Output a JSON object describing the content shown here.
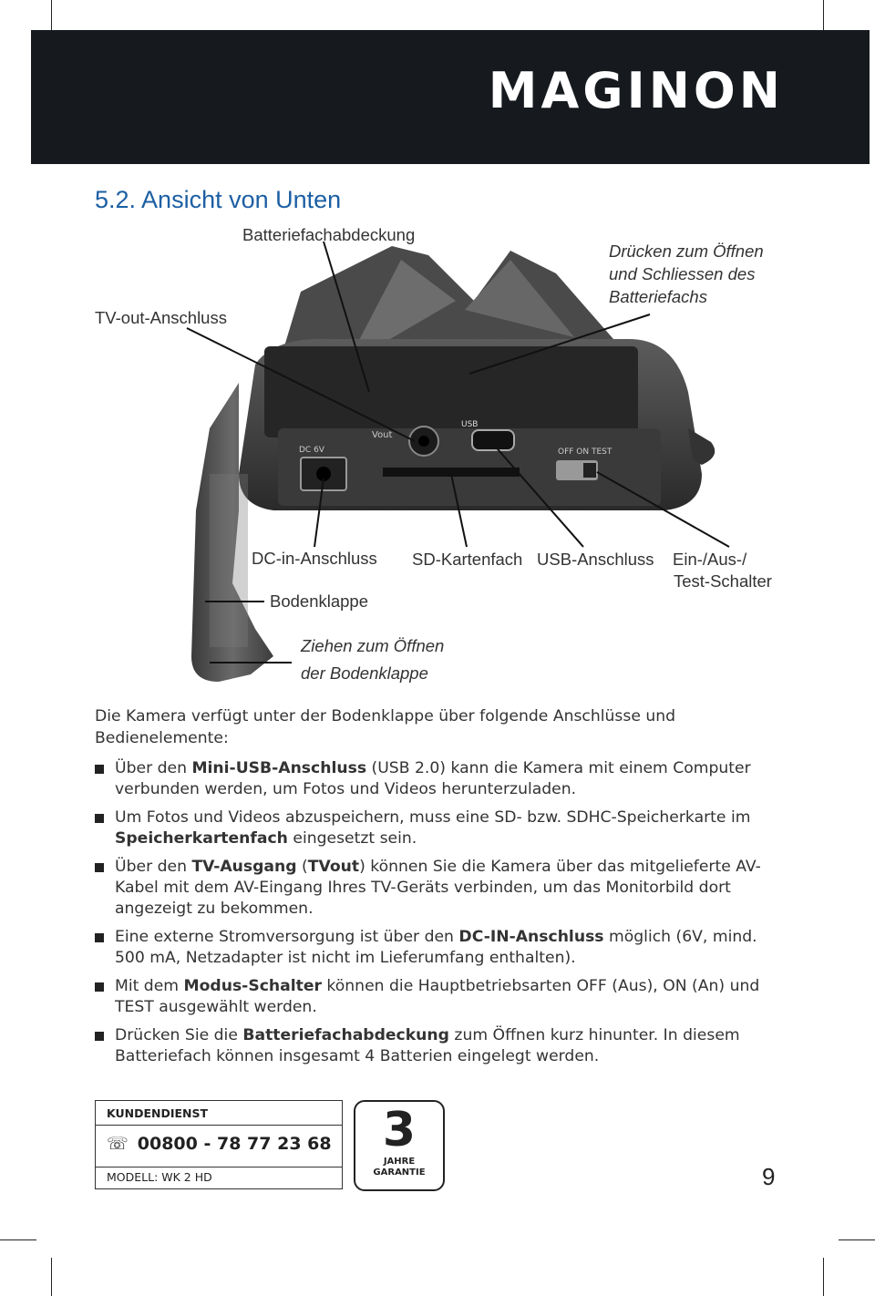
{
  "brand": {
    "name": "MAGINON"
  },
  "section_title": "5.2. Ansicht von Unten",
  "labels": {
    "battery_cover": "Batteriefachabdeckung",
    "press_open_1": "Drücken zum Öffnen",
    "press_open_2": "und Schliessen des",
    "press_open_3": "Batteriefachs",
    "tv_out": "TV-out-Anschluss",
    "dc_in": "DC-in-Anschluss",
    "sd_slot": "SD-Kartenfach",
    "usb": "USB-Anschluss",
    "switch_1": "Ein-/Aus-/",
    "switch_2": "Test-Schalter",
    "bottom_flap": "Bodenklappe",
    "pull_open_1": "Ziehen zum Öffnen",
    "pull_open_2": "der Bodenklappe"
  },
  "intro": "Die Kamera verfügt unter der Bodenklappe über folgende Anschlüsse und Bedienelemente:",
  "bullets": [
    {
      "pre": "Über den ",
      "bold": "Mini-USB-Anschluss",
      "post": " (USB 2.0) kann die Kamera mit einem Computer verbunden werden, um Fotos und Videos herunterzuladen."
    },
    {
      "pre": "Um Fotos und Videos abzuspeichern, muss eine SD- bzw. SDHC-Speicherkarte im ",
      "bold": "Speicherkartenfach",
      "post": " eingesetzt sein."
    },
    {
      "pre": "Über den ",
      "bold": "TV-Ausgang",
      "mid1": " (",
      "bold2": "TVout",
      "post": ") können Sie die Kamera über das mitgelieferte AV-Kabel mit dem AV-Eingang Ihres TV-Geräts verbinden, um das Monitorbild dort angezeigt zu bekommen."
    },
    {
      "pre": "Eine externe Stromversorgung ist über den ",
      "bold": "DC-IN-Anschluss",
      "post": " möglich (6V, mind. 500 mA, Netzadapter ist nicht im Lieferumfang enthalten)."
    },
    {
      "pre": "Mit dem ",
      "bold": "Modus-Schalter",
      "post": " können die Hauptbetriebsarten OFF (Aus), ON (An) und TEST ausgewählt werden."
    },
    {
      "pre": "Drücken Sie die ",
      "bold": "Batteriefachabdeckung",
      "post": " zum Öffnen kurz hinunter. In diesem Batteriefach können insgesamt 4 Batterien eingelegt werden."
    }
  ],
  "service": {
    "heading": "KUNDENDIENST",
    "phone_icon": "phone-icon",
    "phone": "00800 - 78 77 23 68",
    "model": "MODELL: WK 2 HD"
  },
  "warranty": {
    "years": "3",
    "line1": "JAHRE",
    "line2": "GARANTIE"
  },
  "page_number": "9",
  "photo_markings": {
    "dc": "DC 6V",
    "vout": "Vout",
    "usb": "USB",
    "switch": "OFF ON TEST"
  }
}
